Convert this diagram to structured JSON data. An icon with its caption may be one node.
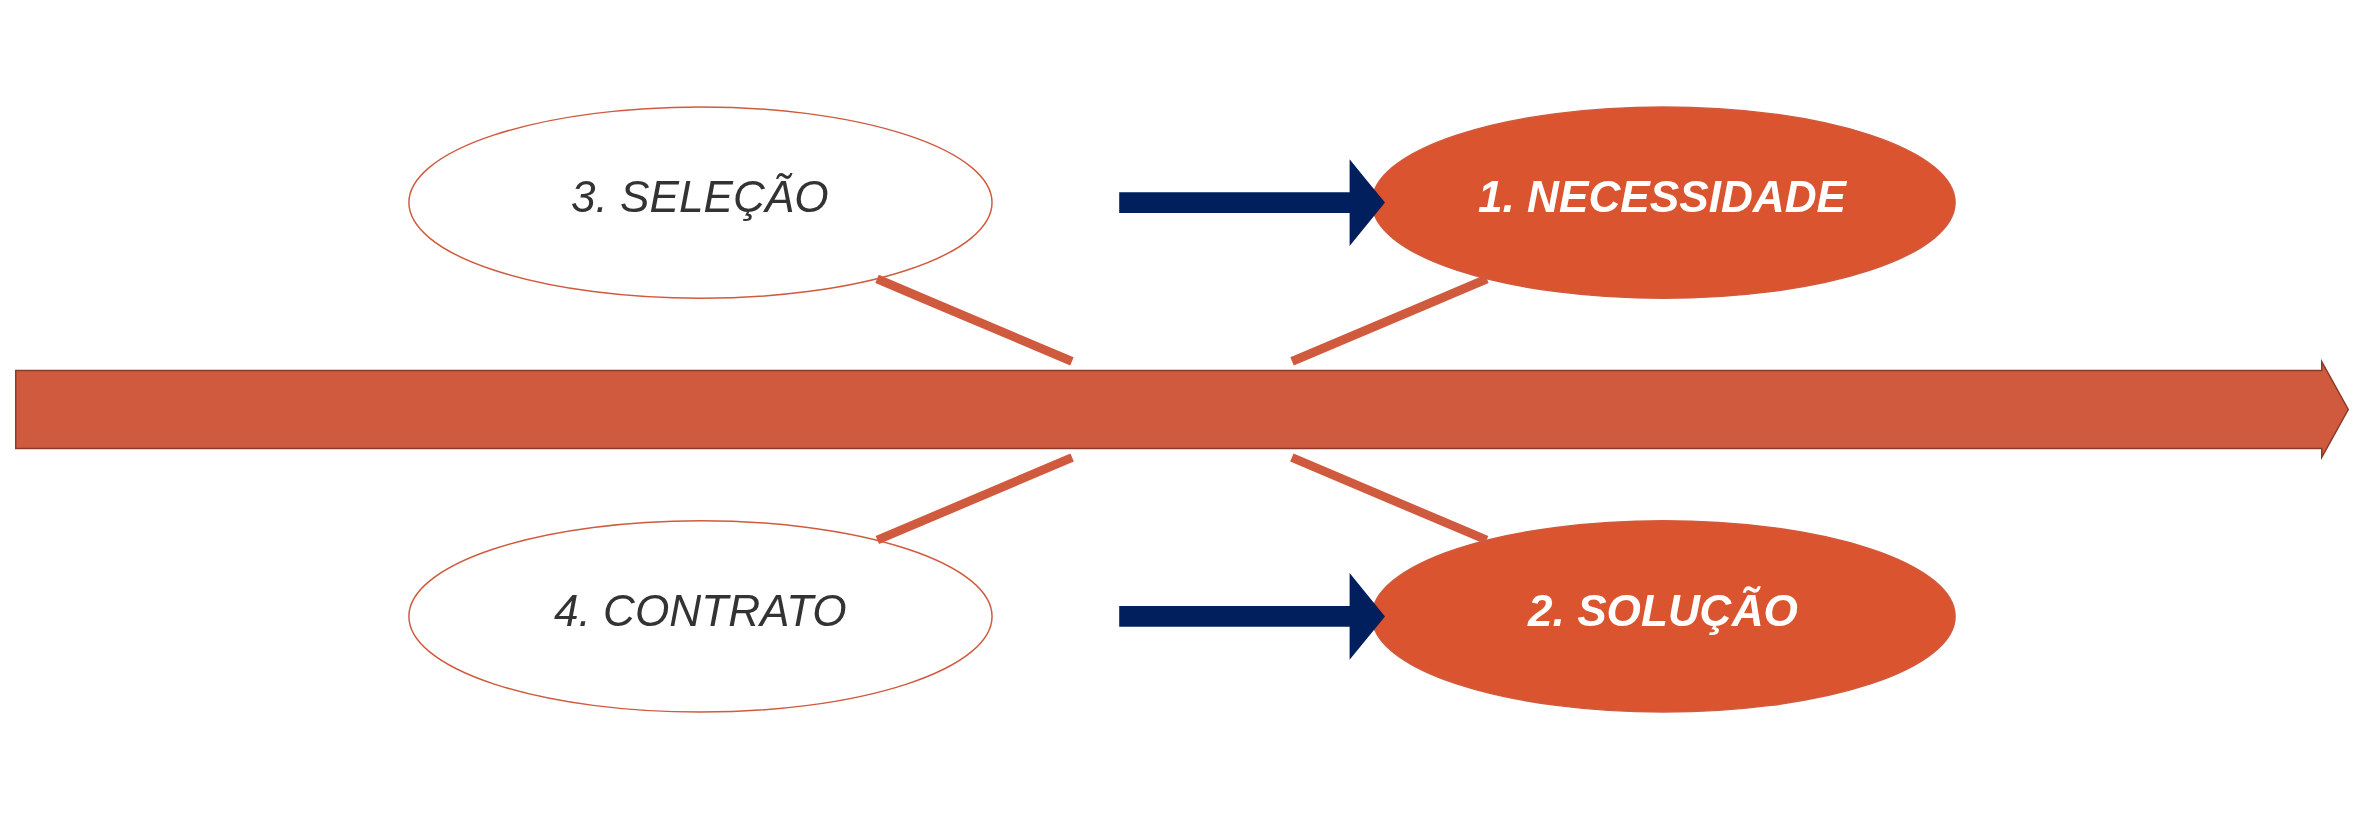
{
  "diagram": {
    "nodes": [
      {
        "text": [
          "1. NECESSIDADE"
        ]
      },
      {
        "text": [
          "3. SELEÇÃO"
        ]
      },
      {
        "text": [],
        "shape": "arrow"
      },
      {
        "text": [
          "2. SOLUÇÃO"
        ]
      },
      {
        "text": [
          "4. CONTRATO"
        ]
      }
    ],
    "edges": [
      {
        "from": 0,
        "to": 2,
        "arrow": "none"
      },
      {
        "from": 1,
        "to": 2,
        "arrow": "none"
      },
      {
        "from": 2,
        "to": 3,
        "arrow": "none"
      },
      {
        "from": 2,
        "to": 4,
        "arrow": "none"
      },
      {
        "from": null,
        "to": 0,
        "arrow": "to",
        "style": "thick",
        "color": "#001f5c"
      },
      {
        "from": null,
        "to": 3,
        "arrow": "to",
        "style": "thick",
        "color": "#001f5c"
      }
    ]
  }
}
